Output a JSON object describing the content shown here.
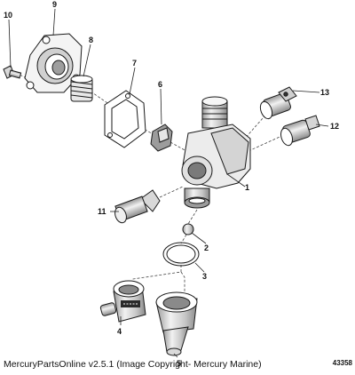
{
  "diagram": {
    "callouts": [
      "1",
      "2",
      "3",
      "4",
      "5",
      "6",
      "7",
      "8",
      "9",
      "10",
      "11",
      "12",
      "13"
    ],
    "reference_number": "43358",
    "caption": "MercuryPartsOnline v2.5.1 (Image Copyright- Mercury Marine)"
  },
  "colors": {
    "line": "#1a1a1a",
    "fill": "#ffffff",
    "shade": "#bdbdbd"
  }
}
